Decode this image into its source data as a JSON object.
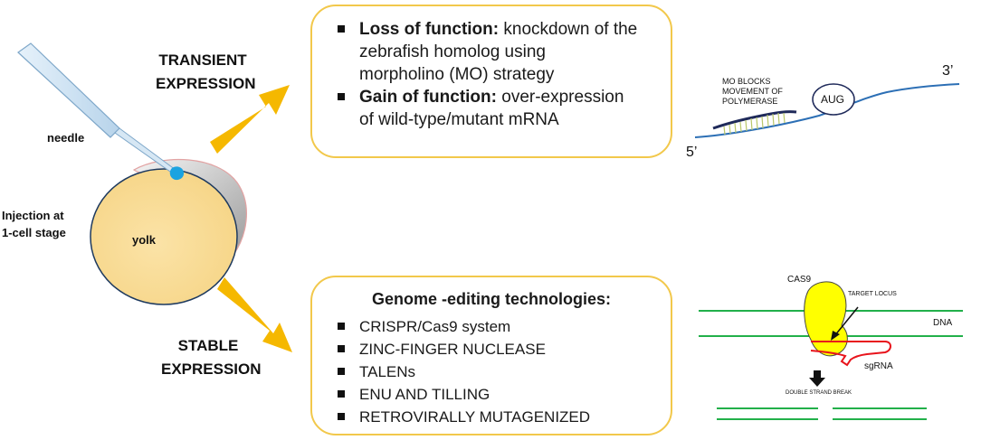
{
  "labels": {
    "needle": "needle",
    "injection_line1": "Injection at",
    "injection_line2": "1-cell stage",
    "yolk": "yolk",
    "transient_line1": "TRANSIENT",
    "transient_line2": "EXPRESSION",
    "stable_line1": "STABLE",
    "stable_line2": "EXPRESSION"
  },
  "transient_box": {
    "items": [
      {
        "bold": "Loss of function:",
        "text_l1": " knockdown of the",
        "text_l2": "zebrafish homolog using",
        "text_l3": "morpholino (MO) strategy"
      },
      {
        "bold": "Gain of function:",
        "text_l1": " over-expression",
        "text_l2": "of wild-type/mutant mRNA"
      }
    ]
  },
  "stable_box": {
    "title": "Genome -editing  technologies:",
    "items": [
      "CRISPR/Cas9 system",
      "ZINC-FINGER NUCLEASE",
      "TALENs",
      "ENU AND TILLING",
      "RETROVIRALLY MUTAGENIZED"
    ]
  },
  "mo_diagram": {
    "block_line1": "MO BLOCKS",
    "block_line2": "MOVEMENT  OF",
    "block_line3": "POLYMERASE",
    "aug": "AUG",
    "three_prime": "3’",
    "five_prime": "5’"
  },
  "crispr_diagram": {
    "cas9": "CAS9",
    "target_locus": "TARGET LOCUS",
    "dna": "DNA",
    "sgrna": "sgRNA",
    "dsb": "DOUBLE STRAND BREAK"
  },
  "colors": {
    "arrow": "#f5b800",
    "box_border": "#f2c84b",
    "dna_green": "#22b04a",
    "cas9_yellow": "#ffff00",
    "sgrna_red": "#e8141c",
    "mrna_blue": "#2c6fb5",
    "mo_navy": "#1f2a5a"
  }
}
